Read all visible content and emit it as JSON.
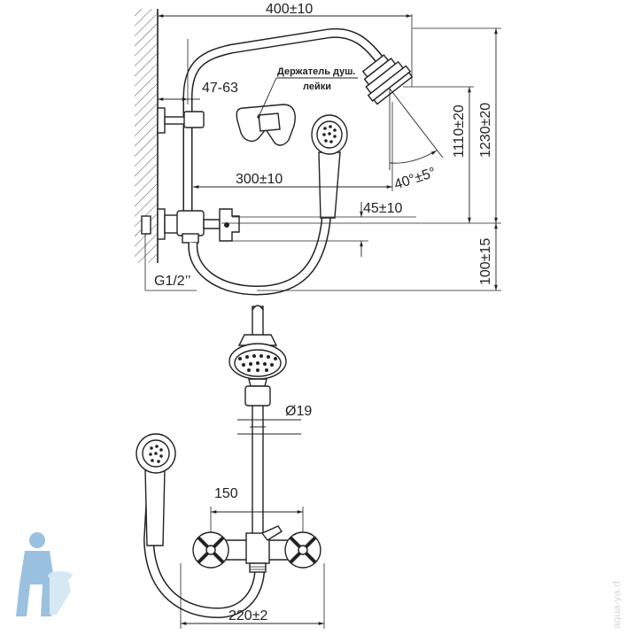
{
  "labels": {
    "width_400": "400±10",
    "range_47_63": "47-63",
    "holder_line1": "Держатель душ.",
    "holder_line2": "лейки",
    "width_300": "300±10",
    "height_1110": "1110±20",
    "height_1230": "1230±20",
    "angle": "40°±5°",
    "offset_45": "45±10",
    "height_100": "100±15",
    "thread": "G1/2’’",
    "diameter_19": "Ø19",
    "spacing_150": "150",
    "width_220": "220±2"
  },
  "watermark": "aqua-ya.rf",
  "colors": {
    "ink": "#222222",
    "wall_hatch": "#555555",
    "mascot": "#4a90c8"
  }
}
